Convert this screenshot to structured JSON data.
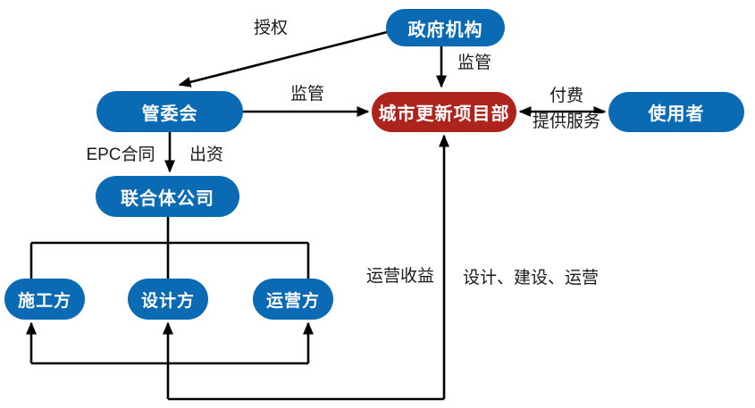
{
  "diagram": {
    "background": "#ffffff",
    "colors": {
      "node_blue": "#0B6AB4",
      "node_red": "#AE231C",
      "line": "#000000",
      "label_text": "#1a1a1a",
      "node_text": "#ffffff"
    },
    "nodes": [
      {
        "id": "government-agency",
        "label": "政府机构"
      },
      {
        "id": "management-committee",
        "label": "管委会"
      },
      {
        "id": "urban-renewal-project-dept",
        "label": "城市更新项目部"
      },
      {
        "id": "end-users",
        "label": "使用者"
      },
      {
        "id": "consortium-company",
        "label": "联合体公司"
      },
      {
        "id": "construction-party",
        "label": "施工方"
      },
      {
        "id": "design-party",
        "label": "设计方"
      },
      {
        "id": "operation-party",
        "label": "运营方"
      }
    ],
    "edge_labels": [
      {
        "id": "authorization",
        "text": "授权"
      },
      {
        "id": "supervision-government",
        "text": "监管"
      },
      {
        "id": "supervision-committee",
        "text": "监管"
      },
      {
        "id": "payment",
        "text": "付费"
      },
      {
        "id": "provide-services",
        "text": "提供服务"
      },
      {
        "id": "epc-contract",
        "text": "EPC合同"
      },
      {
        "id": "capital-contribution",
        "text": "出资"
      },
      {
        "id": "operating-revenue",
        "text": "运营收益"
      },
      {
        "id": "design-build-operate",
        "text": "设计、建设、运营"
      }
    ]
  }
}
